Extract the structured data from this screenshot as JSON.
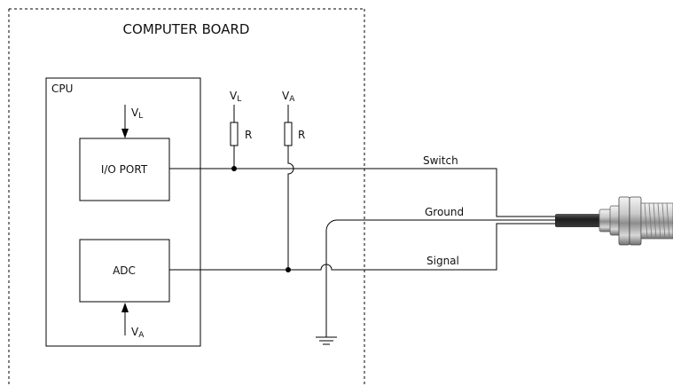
{
  "board": {
    "title": "COMPUTER BOARD"
  },
  "cpu": {
    "label": "CPU",
    "io_port": "I/O PORT",
    "adc": "ADC",
    "vl_top": {
      "main": "V",
      "sub": "L"
    },
    "va_bottom": {
      "main": "V",
      "sub": "A"
    }
  },
  "pullups": {
    "left": {
      "supply": {
        "main": "V",
        "sub": "L"
      },
      "resistor": "R"
    },
    "right": {
      "supply": {
        "main": "V",
        "sub": "A"
      },
      "resistor": "R"
    }
  },
  "wires": {
    "switch": "Switch",
    "ground": "Ground",
    "signal": "Signal"
  }
}
